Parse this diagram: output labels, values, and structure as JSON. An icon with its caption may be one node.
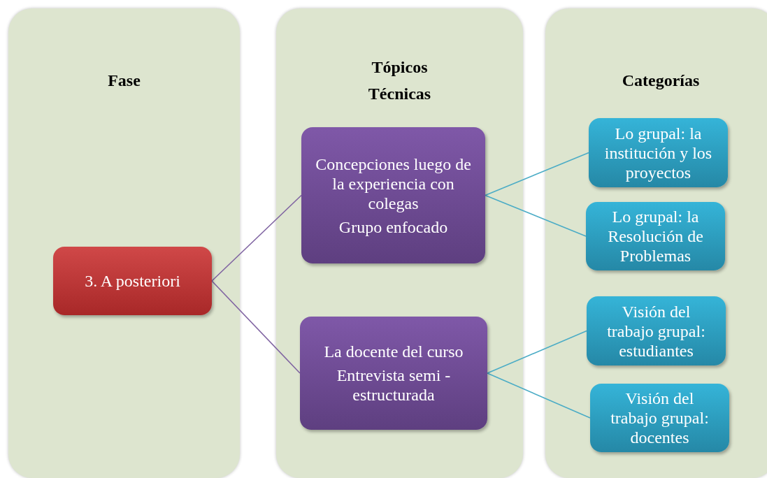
{
  "diagram": {
    "nodes": [
      {
        "text": [
          "Fase"
        ]
      },
      {
        "text": [
          "Tópicos",
          "Técnicas"
        ]
      },
      {
        "text": [
          "Categorías"
        ]
      },
      {
        "text": [
          "3. A posteriori"
        ],
        "in": 0
      },
      {
        "text": [
          "Concepciones luego de la experiencia con colegas",
          "Grupo enfocado"
        ],
        "in": 1
      },
      {
        "text": [
          "La docente del curso",
          "Entrevista semi - estructurada"
        ],
        "in": 1
      },
      {
        "text": [
          "Lo grupal: la institución y los proyectos"
        ],
        "in": 2
      },
      {
        "text": [
          "Lo grupal: la Resolución de Problemas"
        ],
        "in": 2
      },
      {
        "text": [
          "Visión del trabajo grupal: estudiantes"
        ],
        "in": 2
      },
      {
        "text": [
          "Visión del trabajo grupal: docentes"
        ],
        "in": 2
      }
    ],
    "edges": [
      {
        "from": 3,
        "to": 4,
        "arrow": "none",
        "color": "#8064a2"
      },
      {
        "from": 3,
        "to": 5,
        "arrow": "none",
        "color": "#8064a2"
      },
      {
        "from": 4,
        "to": 6,
        "arrow": "none"
      },
      {
        "from": 4,
        "to": 7,
        "arrow": "none"
      },
      {
        "from": 5,
        "to": 8,
        "arrow": "none"
      },
      {
        "from": 5,
        "to": 9,
        "arrow": "none"
      }
    ]
  }
}
